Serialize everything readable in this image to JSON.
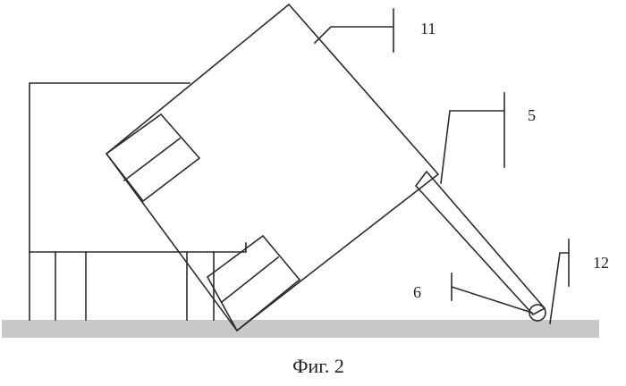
{
  "labels": {
    "part_11": "11",
    "part_5": "5",
    "part_6": "6",
    "part_12": "12"
  },
  "caption": "Фиг. 2",
  "colors": {
    "line": "#2b2b2b",
    "ground": "#c8c8c8"
  }
}
